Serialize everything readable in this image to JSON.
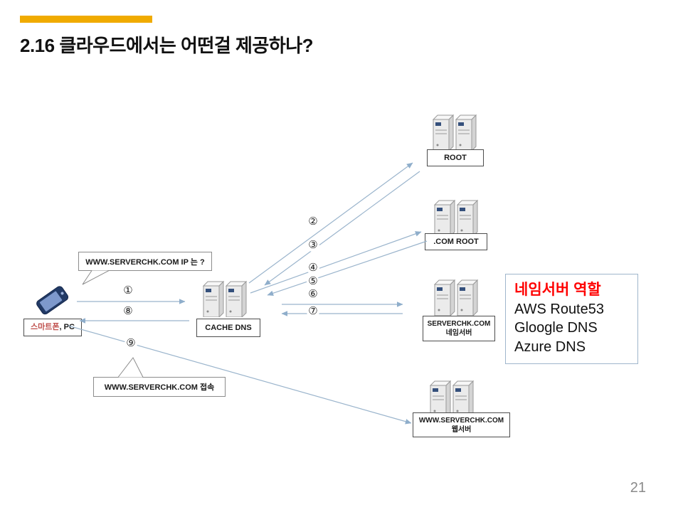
{
  "slide": {
    "title": "2.16 클라우드에서는 어떤걸 제공하나?",
    "page_number": "21"
  },
  "colors": {
    "accent_bar": "#F0AB00",
    "note_title": "#FF0000",
    "client_highlight": "#C0504D",
    "arrow": "#9AB4CC"
  },
  "diagram": {
    "client_label_red": "스마트폰",
    "client_label_black": ", PC",
    "query_bubble": "WWW.SERVERCHK.COM  IP 는 ?",
    "connect_bubble": "WWW.SERVERCHK.COM  접속",
    "cache_dns_label": "CACHE DNS",
    "root_label": "ROOT",
    "com_root_label": ".COM ROOT",
    "nameserver_label_line1": "SERVERCHK.COM",
    "nameserver_label_line2": "네임서버",
    "webserver_label_line1": "WWW.SERVERCHK.COM",
    "webserver_label_line2": "웹서버",
    "steps": [
      "①",
      "②",
      "③",
      "④",
      "⑤",
      "⑥",
      "⑦",
      "⑧",
      "⑨"
    ],
    "note": {
      "title": "네임서버 역할",
      "items": [
        "AWS Route53",
        "Gloogle DNS",
        "Azure DNS"
      ]
    }
  }
}
